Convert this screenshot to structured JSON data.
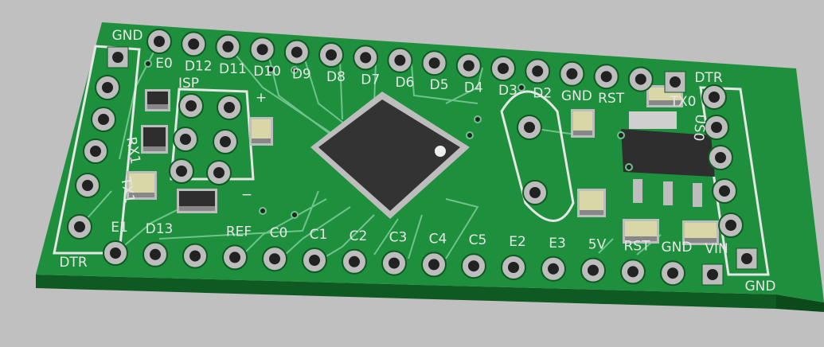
{
  "board": {
    "colors": {
      "background": "#c0c0c0",
      "board": "#1e8f3c",
      "board_edge": "#0f5a22",
      "trace": "#6fc48c",
      "silk": "#e6e6e6",
      "pad": "#bdbdbd",
      "chip": "#333333"
    },
    "top_row_labels": [
      "E0",
      "D12",
      "D11",
      "D10",
      "D9",
      "D8",
      "D7",
      "D6",
      "D5",
      "D4",
      "D3",
      "D2",
      "GND",
      "RST",
      "",
      ""
    ],
    "bottom_row_labels": [
      "E1",
      "D13",
      "",
      "REF",
      "C0",
      "C1",
      "C2",
      "C3",
      "C4",
      "C5",
      "E2",
      "E3",
      "5V",
      "RST",
      "GND",
      "VIN"
    ],
    "left_header": {
      "top_label": "GND",
      "bottom_label": "DTR"
    },
    "right_header": {
      "top_label": "DTR",
      "bottom_label": "GND"
    },
    "side_labels": {
      "rx": "RX1",
      "tx": "TX1",
      "isp": "ISP",
      "plus": "+",
      "minus": "−",
      "tx0": "TX0",
      "us0": "US0"
    }
  }
}
